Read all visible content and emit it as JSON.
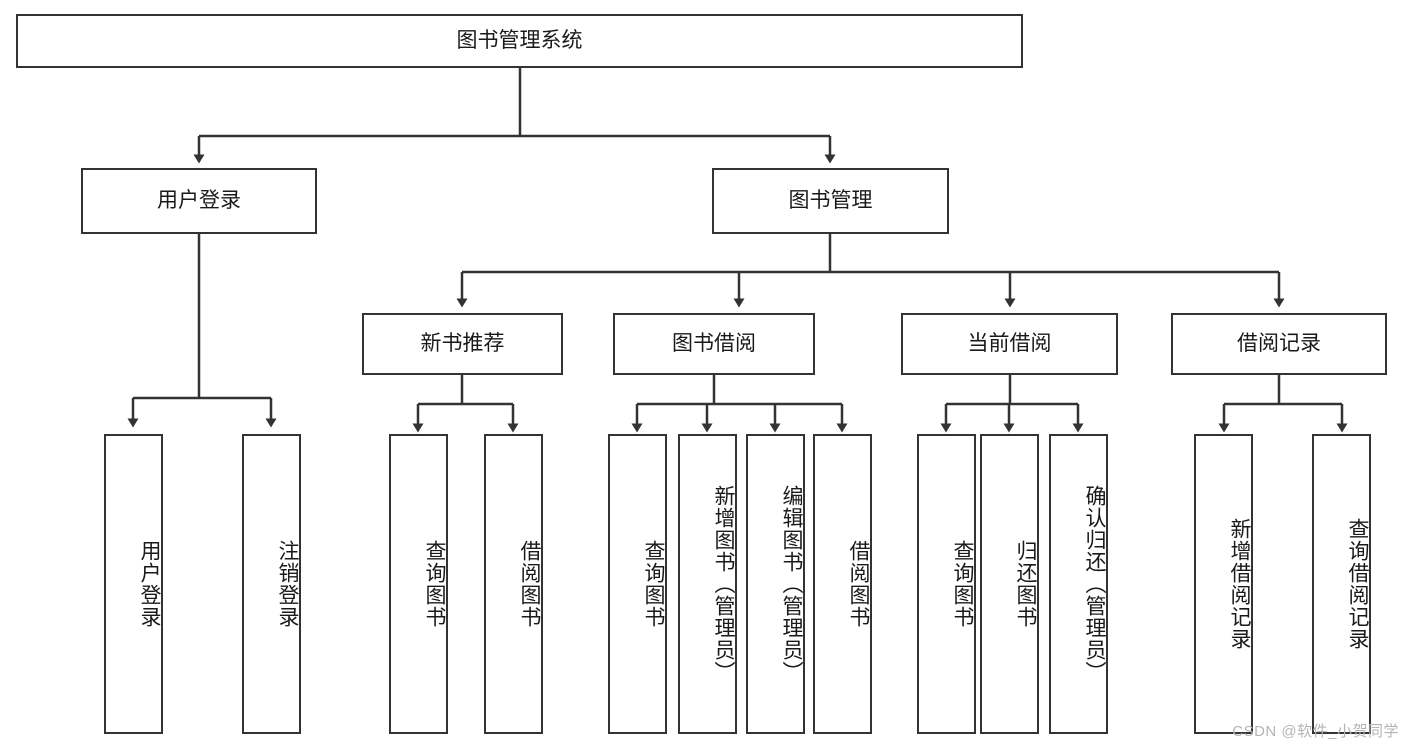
{
  "diagram": {
    "title": "图书管理系统",
    "type": "tree-hierarchy",
    "root": {
      "label": "图书管理系统"
    },
    "level2": [
      {
        "label": "用户登录"
      },
      {
        "label": "图书管理"
      }
    ],
    "level3": [
      {
        "label": "新书推荐"
      },
      {
        "label": "图书借阅"
      },
      {
        "label": "当前借阅"
      },
      {
        "label": "借阅记录"
      }
    ],
    "leaves": [
      {
        "label": "用户登录",
        "parent": "用户登录"
      },
      {
        "label": "注销登录",
        "parent": "用户登录"
      },
      {
        "label": "查询图书",
        "parent": "新书推荐"
      },
      {
        "label": "借阅图书",
        "parent": "新书推荐"
      },
      {
        "label": "查询图书",
        "parent": "图书借阅"
      },
      {
        "label": "新增图书（管理员）",
        "parent": "图书借阅"
      },
      {
        "label": "编辑图书（管理员）",
        "parent": "图书借阅"
      },
      {
        "label": "借阅图书",
        "parent": "图书借阅"
      },
      {
        "label": "查询图书",
        "parent": "当前借阅"
      },
      {
        "label": "归还图书",
        "parent": "当前借阅"
      },
      {
        "label": "确认归还（管理员）",
        "parent": "当前借阅"
      },
      {
        "label": "新增借阅记录",
        "parent": "借阅记录"
      },
      {
        "label": "查询借阅记录",
        "parent": "借阅记录"
      }
    ]
  },
  "watermark": {
    "text": "CSDN @软件_小贺同学"
  },
  "colors": {
    "stroke": "#333333",
    "fill": "#ffffff",
    "text": "#1a1a1a",
    "watermark": "#b4b4b4"
  }
}
